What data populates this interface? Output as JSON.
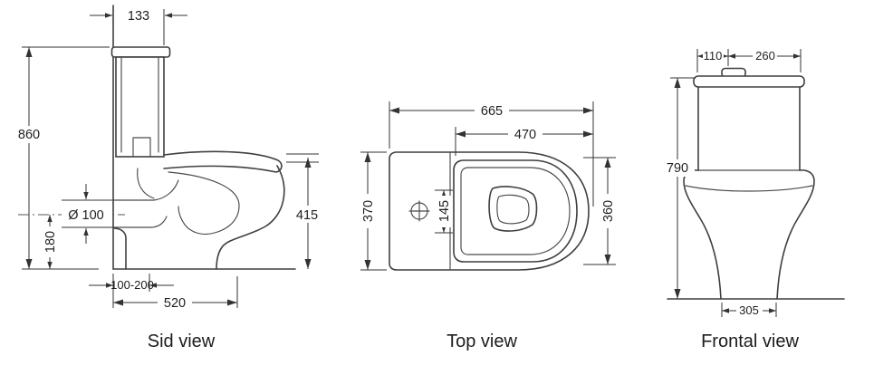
{
  "drawing": {
    "ink_color": "#3f3f3f",
    "dimension_color": "#333333",
    "background_color": "#ffffff"
  },
  "views": {
    "side": {
      "label": "Sid view",
      "dims": {
        "tank_depth": "133",
        "total_height": "860",
        "outlet_diameter": "Ø 100",
        "outlet_height": "180",
        "rim_height": "415",
        "wall_offset": "100-200",
        "total_depth": "520"
      }
    },
    "top": {
      "label": "Top view",
      "dims": {
        "total_length": "665",
        "seat_length": "470",
        "total_width": "370",
        "hinge_span": "145",
        "bowl_width": "360"
      }
    },
    "front": {
      "label": "Frontal view",
      "dims": {
        "button_offset": "110",
        "lid_width": "260",
        "total_height": "790",
        "base_width": "305"
      }
    }
  }
}
